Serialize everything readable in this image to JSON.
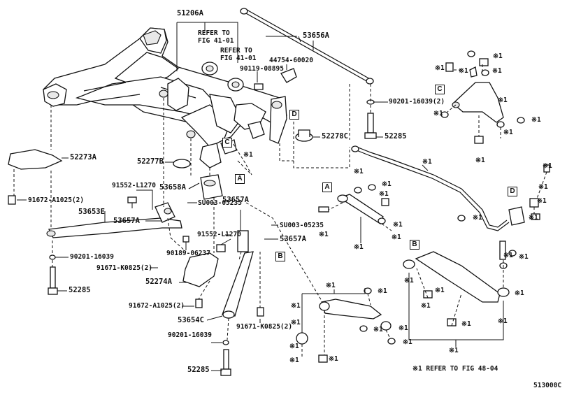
{
  "labels": {
    "p51206A": "51206A",
    "refer1a": "REFER TO",
    "refer1b": "FIG 41-01",
    "refer2a": "REFER TO",
    "refer2b": "FIG 41-01",
    "p53656A": "53656A",
    "p44754": "44754-60020",
    "p90119": "90119-08895",
    "p90201_top": "90201-16039(2)",
    "p52285_top": "52285",
    "p52278C": "52278C",
    "p52273A": "52273A",
    "p52277B": "52277B",
    "mark_52277": "※1",
    "p91552_a": "91552-L1270",
    "p53658A": "53658A",
    "pSU003_a": "SU003-05235",
    "p91672_a": "91672-A1025(2)",
    "p53653E": "53653E",
    "p53657A_a": "53657A",
    "p53657A_b": "53657A",
    "p53657A_c": "53657A",
    "pSU003_b": "SU003-05235",
    "p91552_b": "91552-L1270",
    "p90189": "90189-06237",
    "p90201_mid": "90201-16039",
    "p91671_a": "91671-K0825(2)",
    "p52285_left": "52285",
    "p52274A": "52274A",
    "p91672_b": "91672-A1025(2)",
    "p53654C": "53654C",
    "p91671_b": "91671-K0825(2)",
    "p90201_bot": "90201-16039",
    "p52285_bot": "52285",
    "note": "※1 REFER TO FIG 48-04",
    "code": "513000C"
  },
  "refs": {
    "mark": "※1"
  },
  "boxes": {
    "A": "A",
    "B": "B",
    "C": "C",
    "D": "D"
  }
}
